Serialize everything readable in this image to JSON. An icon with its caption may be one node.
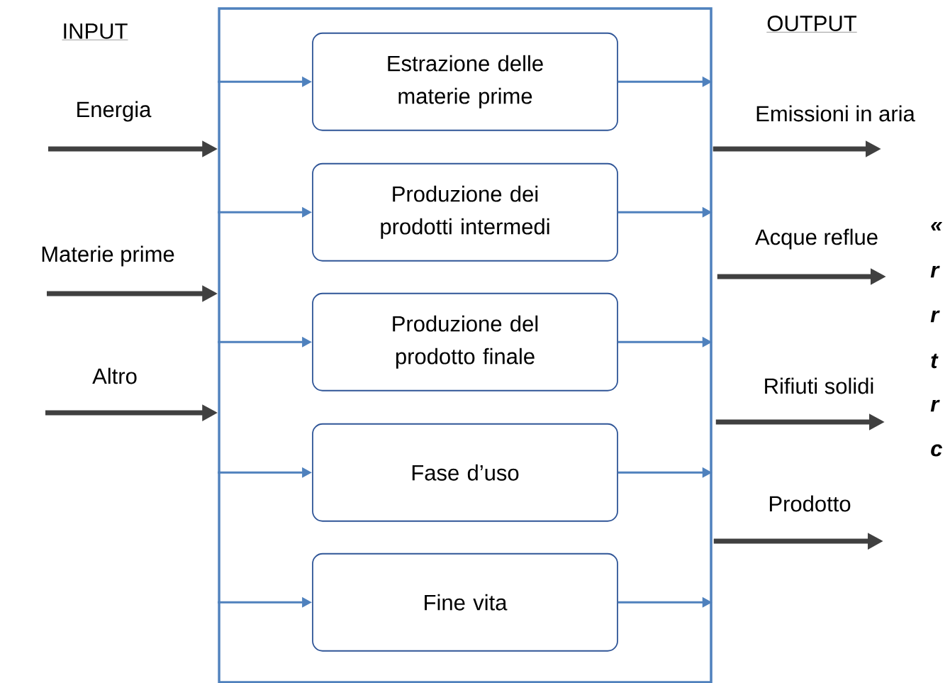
{
  "diagram": {
    "nodes": [
      {
        "text": [],
        "shape": "box"
      },
      {
        "text": [
          "Estrazione delle materie prime"
        ],
        "in": 0
      },
      {
        "text": [
          "Produzione dei prodotti intermedi"
        ],
        "in": 0
      },
      {
        "text": [
          "Produzione del prodotto finale"
        ],
        "in": 0
      },
      {
        "text": [
          "Fase d’uso"
        ],
        "in": 0
      },
      {
        "text": [
          "Fine vita"
        ],
        "in": 0
      },
      {
        "text": [
          "Energia"
        ]
      },
      {
        "text": [
          "Materie prime"
        ]
      },
      {
        "text": [
          "Altro"
        ]
      },
      {
        "text": [
          "Emissioni in aria"
        ]
      },
      {
        "text": [
          "Acque reflue"
        ]
      },
      {
        "text": [
          "Rifiuti solidi"
        ]
      },
      {
        "text": [
          "Prodotto"
        ]
      }
    ],
    "edges": [
      {
        "from": 0,
        "to": 1,
        "arrow": "to"
      },
      {
        "from": 0,
        "to": 2,
        "arrow": "to"
      },
      {
        "from": 0,
        "to": 3,
        "arrow": "to"
      },
      {
        "from": 0,
        "to": 4,
        "arrow": "to"
      },
      {
        "from": 0,
        "to": 5,
        "arrow": "to"
      },
      {
        "from": 1,
        "to": 0,
        "arrow": "to"
      },
      {
        "from": 2,
        "to": 0,
        "arrow": "to"
      },
      {
        "from": 3,
        "to": 0,
        "arrow": "to"
      },
      {
        "from": 4,
        "to": 0,
        "arrow": "to"
      },
      {
        "from": 5,
        "to": 0,
        "arrow": "to"
      },
      {
        "from": 6,
        "to": 0,
        "arrow": "to",
        "style": "thick",
        "color": "#404040"
      },
      {
        "from": 7,
        "to": 0,
        "arrow": "to",
        "style": "thick",
        "color": "#404040"
      },
      {
        "from": 8,
        "to": 0,
        "arrow": "to",
        "style": "thick",
        "color": "#404040"
      },
      {
        "from": 0,
        "to": 9,
        "arrow": "to",
        "style": "thick",
        "color": "#404040"
      },
      {
        "from": 0,
        "to": 10,
        "arrow": "to",
        "style": "thick",
        "color": "#404040"
      },
      {
        "from": 0,
        "to": 11,
        "arrow": "to",
        "style": "thick",
        "color": "#404040"
      },
      {
        "from": 0,
        "to": 12,
        "arrow": "to",
        "style": "thick",
        "color": "#404040"
      }
    ],
    "labels": [
      "INPUT",
      "OUTPUT",
      "«",
      "r",
      "r",
      "t",
      "r",
      "c"
    ]
  }
}
